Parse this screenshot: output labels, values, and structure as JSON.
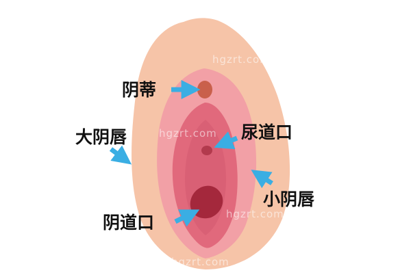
{
  "labels": {
    "clitoris": "阴蒂",
    "labia_majora": "大阴唇",
    "urethral_opening": "尿道口",
    "labia_minora": "小阴唇",
    "vaginal_opening": "阴道口"
  },
  "watermark": "hgzrt.com",
  "colors": {
    "outer_skin": "#f6c4a8",
    "labia_minora": "#f2a0a6",
    "inner_area": "#e1697c",
    "inner_highlight": "#d45a70",
    "clitoris": "#c9604b",
    "urethra": "#b23a4d",
    "vaginal_opening": "#a4283c",
    "arrow": "#3aaee3",
    "label_text": "#111111"
  }
}
